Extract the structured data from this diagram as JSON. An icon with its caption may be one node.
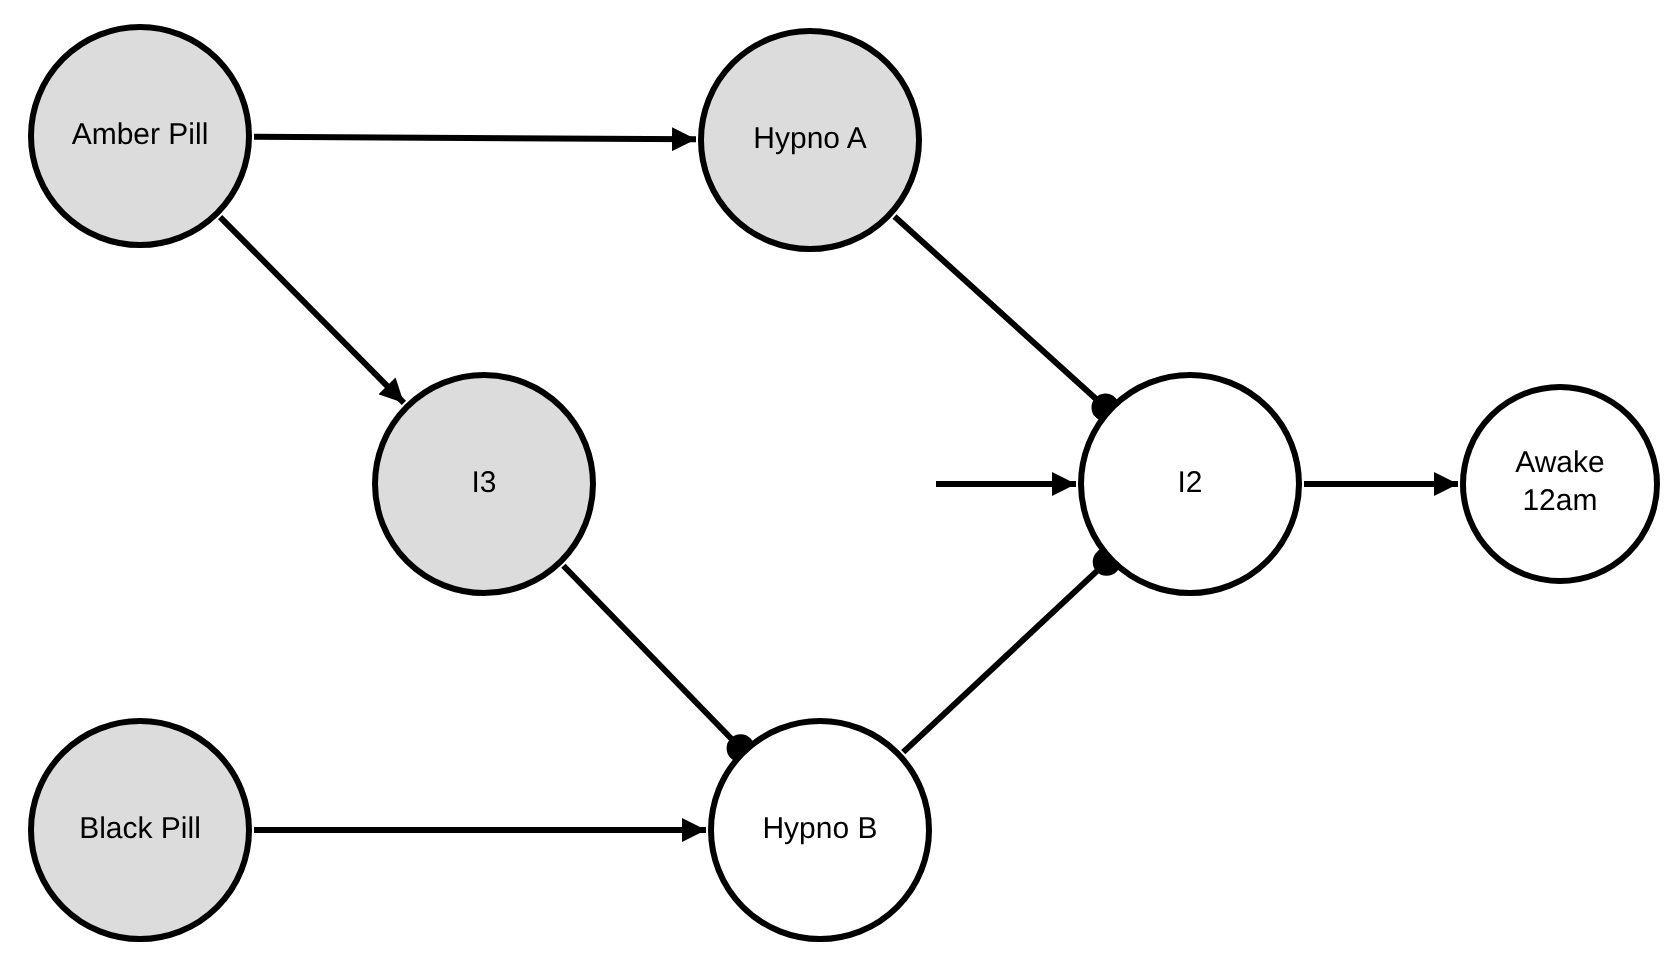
{
  "diagram": {
    "nodes": [
      {
        "text": [
          "Amber Pill"
        ]
      },
      {
        "text": [
          "Hypno A"
        ]
      },
      {
        "text": [
          "I3"
        ]
      },
      {
        "text": [
          "I2"
        ]
      },
      {
        "text": [
          "Awake 12am"
        ]
      },
      {
        "text": [
          "Black Pill"
        ]
      },
      {
        "text": [
          "Hypno B"
        ]
      }
    ],
    "edges": [
      {
        "from": 0,
        "to": 1,
        "arrow": "to"
      },
      {
        "from": 0,
        "to": 2,
        "arrow": "to"
      },
      {
        "from": 1,
        "to": 3,
        "arrow": "other"
      },
      {
        "from": 2,
        "to": 6,
        "arrow": "other"
      },
      {
        "from": 5,
        "to": 6,
        "arrow": "to"
      },
      {
        "from": 6,
        "to": 3,
        "arrow": "other"
      },
      {
        "from": null,
        "to": 3,
        "arrow": "to"
      },
      {
        "from": 3,
        "to": 4,
        "arrow": "to"
      }
    ]
  }
}
